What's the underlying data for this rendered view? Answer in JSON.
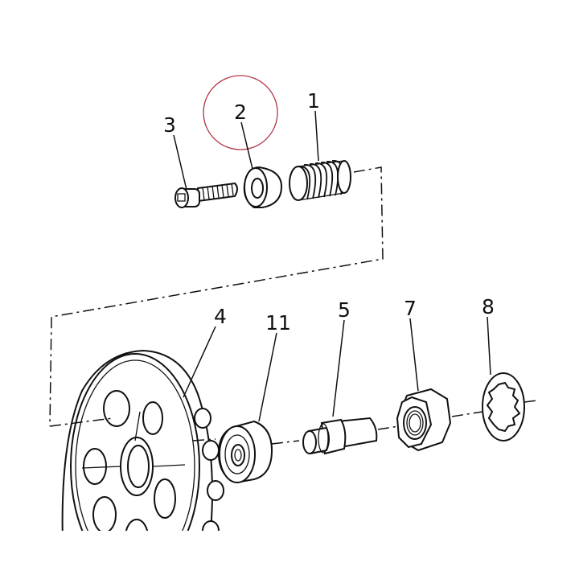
{
  "callouts": {
    "c1": "1",
    "c2": "2",
    "c3": "3",
    "c4": "4",
    "c5": "5",
    "c7": "7",
    "c8": "8",
    "c11": "11"
  },
  "colors": {
    "line": "#111111",
    "highlight": "#b03545",
    "background": "#ffffff"
  }
}
